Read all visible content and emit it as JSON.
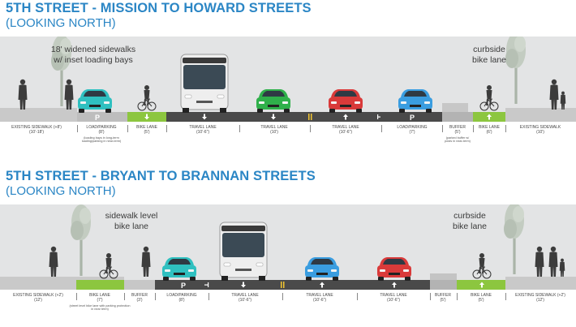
{
  "sections": [
    {
      "title": "5TH STREET - MISSION TO HOWARD STREETS",
      "subtitle": "(LOOKING NORTH)",
      "annotations": [
        {
          "line1": "18' widened sidewalks",
          "line2": "w/ inset loading bays"
        },
        {
          "line1": "curbside",
          "line2": "bike lane"
        }
      ],
      "lanes": [
        {
          "label": "EXISTING SIDEWALK (+8')",
          "width": "(10'-18')"
        },
        {
          "label": "LOAD/PARKING",
          "width": "(8')",
          "note1": "(loading bays in long-term",
          "note2": "loading/parking in near-term)"
        },
        {
          "label": "BIKE LANE",
          "width": "(5')"
        },
        {
          "label": "TRAVEL LANE",
          "width": "(10'-6\")"
        },
        {
          "label": "TRAVEL LANE",
          "width": "(10')"
        },
        {
          "label": "TRAVEL LANE",
          "width": "(10'-6\")"
        },
        {
          "label": "LOAD/PARKING",
          "width": "(7')"
        },
        {
          "label": "BUFFER",
          "width": "(5')",
          "note1": "(parked buffer w/",
          "note2": "posts in near-term)"
        },
        {
          "label": "BIKE LANE",
          "width": "(6')"
        },
        {
          "label": "EXISTING SIDEWALK",
          "width": "(10')"
        }
      ],
      "pavement_letters": [
        "P",
        "P"
      ]
    },
    {
      "title": "5TH STREET - BRYANT TO BRANNAN STREETS",
      "subtitle": "(LOOKING NORTH)",
      "annotations": [
        {
          "line1": "sidewalk level",
          "line2": "bike lane"
        },
        {
          "line1": "curbside",
          "line2": "bike lane"
        }
      ],
      "lanes": [
        {
          "label": "EXISTING SIDEWALK (+2')",
          "width": "(12')"
        },
        {
          "label": "BIKE LANE",
          "width": "(7')",
          "note1": "(street level bike lane with parking protection",
          "note2": "in near term)"
        },
        {
          "label": "BUFFER",
          "width": "(3')"
        },
        {
          "label": "LOAD/PARKING",
          "width": "(8')"
        },
        {
          "label": "TRAVEL LANE",
          "width": "(10'-6\")"
        },
        {
          "label": "TRAVEL LANE",
          "width": "(10'-6\")"
        },
        {
          "label": "TRAVEL LANE",
          "width": "(10'-6\")"
        },
        {
          "label": "BUFFER",
          "width": "(5')"
        },
        {
          "label": "BIKE LANE",
          "width": "(5')"
        },
        {
          "label": "EXISTING SIDEWALK (+2')",
          "width": "(12')"
        }
      ],
      "pavement_letters": [
        "P"
      ]
    }
  ],
  "colors": {
    "title": "#2b86c5",
    "pavement": "#4a4a4a",
    "sidewalk": "#c9c9c9",
    "bike_lane": "#8cc63f",
    "buffer": "#b3b3b3",
    "lane_marking_yellow": "#f2c531",
    "car_teal": "#2fc0c0",
    "car_green": "#2fb04a",
    "car_red": "#d93a3a",
    "car_blue": "#3a9de0",
    "tree": "#bfc8bd",
    "person": "#3a3a3a"
  },
  "icons": [
    "tree-icon",
    "person-icon",
    "cyclist-icon",
    "car-icon",
    "bus-icon",
    "arrow-up-icon",
    "arrow-down-icon"
  ]
}
